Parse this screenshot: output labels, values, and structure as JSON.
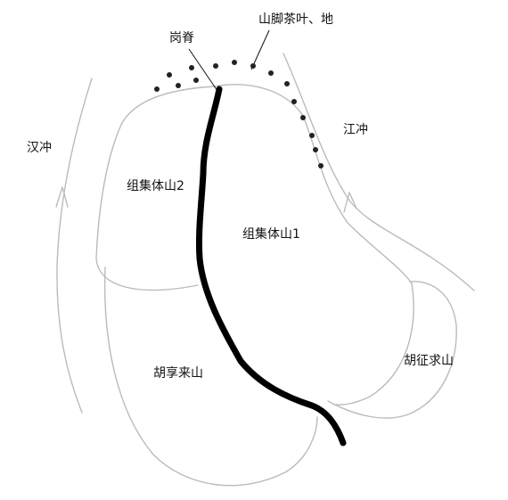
{
  "labels": {
    "ridge": "岗脊",
    "tea_land": "山脚茶叶、地",
    "hanchong": "汉冲",
    "jiangchong": "江冲",
    "collective_2": "组集体山2",
    "collective_1": "组集体山1",
    "hu_xianglai": "胡享来山",
    "hu_zhengqiu": "胡征求山"
  },
  "colors": {
    "outline": "#bbbbbb",
    "ridge_line": "#000000",
    "text": "#111111",
    "background": "#ffffff"
  },
  "icons": [
    "tea-bush-icon"
  ]
}
